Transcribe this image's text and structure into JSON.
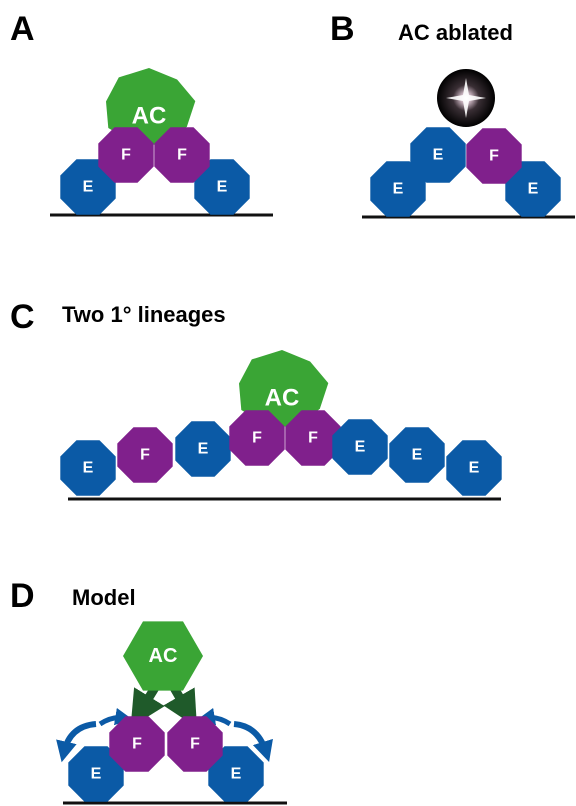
{
  "panels": {
    "a": {
      "letter": "A",
      "title": ""
    },
    "b": {
      "letter": "B",
      "title": "AC ablated"
    },
    "c": {
      "letter": "C",
      "title": "Two 1° lineages"
    },
    "d": {
      "letter": "D",
      "title": "Model"
    }
  },
  "cell_labels": {
    "e": "E",
    "f": "F",
    "ac": "AC"
  },
  "colors": {
    "e_cell": "#0b5aa6",
    "f_cell": "#80208c",
    "ac_cell": "#3aa535",
    "arrow_dark_green": "#1f5a2a",
    "arrow_blue": "#0b5aa6"
  },
  "icons": [
    "ablation-flash-icon",
    "curved-arrow-icon",
    "signal-arrow-icon"
  ]
}
